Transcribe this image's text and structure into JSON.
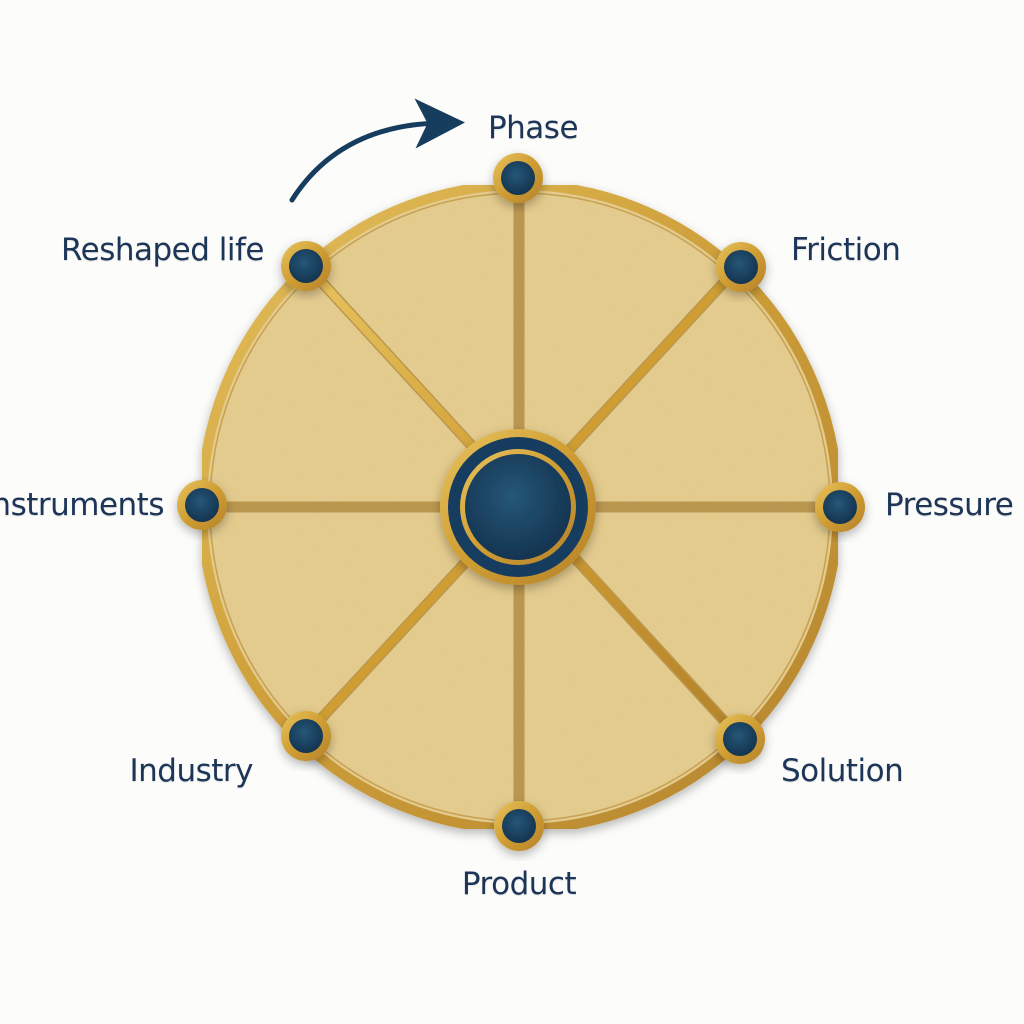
{
  "diagram": {
    "nodes": [
      {
        "id": "phase",
        "label": "Phase"
      },
      {
        "id": "friction",
        "label": "Friction"
      },
      {
        "id": "pressure",
        "label": "Pressure"
      },
      {
        "id": "solution",
        "label": "Solution"
      },
      {
        "id": "product",
        "label": "Product"
      },
      {
        "id": "industry",
        "label": "Industry"
      },
      {
        "id": "instruments",
        "label": "Instruments"
      },
      {
        "id": "reshaped_life",
        "label": "Reshaped life"
      }
    ],
    "direction": "clockwise",
    "colors": {
      "gold": "#d6a83c",
      "gold_dark": "#a6781f",
      "parchment": "#e7cf92",
      "navy": "#173d5e",
      "text": "#1d3557"
    }
  }
}
